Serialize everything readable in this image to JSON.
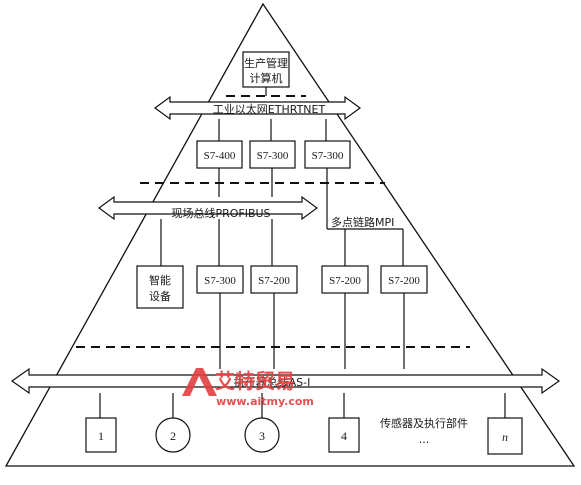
{
  "diagram": {
    "top_box": [
      "生产管理",
      "计算机"
    ],
    "ethernet_label": "工业以太网ETHRTNET",
    "upper_controllers": [
      "S7-400",
      "S7-300",
      "S7-300"
    ],
    "profibus_label": "现场总线PROFIBUS",
    "mpi_label": "多点链路MPI",
    "field_devices": [
      "智能",
      "设备",
      "S7-300",
      "S7-200",
      "S7-200",
      "S7-200"
    ],
    "asi_label": "执行器总线AS-I",
    "bottom_nodes": [
      "1",
      "2",
      "3",
      "4",
      "n"
    ],
    "bottom_text": "传感器及执行部件",
    "ellipsis": "...",
    "watermark_brand": "艾特贸易",
    "watermark_url": "www.aitmy.com"
  }
}
